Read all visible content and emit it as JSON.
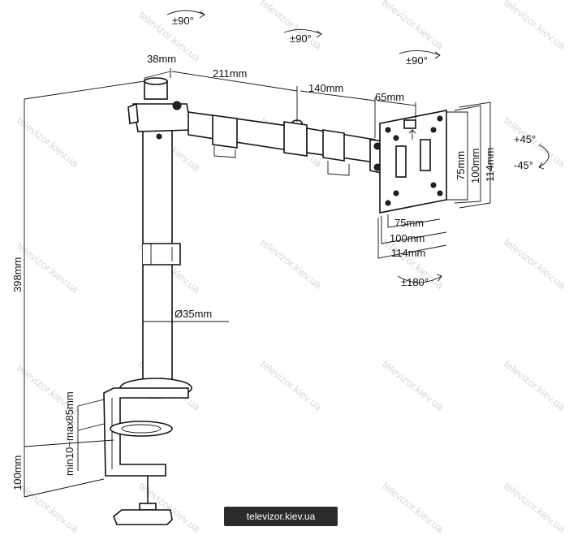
{
  "dimensions": {
    "pole_cap": "38mm",
    "arm_1": "211mm",
    "arm_2": "140mm",
    "arm_3": "65mm",
    "vesa_h_75": "75mm",
    "vesa_h_100": "100mm",
    "vesa_h_114": "114mm",
    "vesa_v_75": "75mm",
    "vesa_v_100": "100mm",
    "vesa_v_114": "114mm",
    "pole_diameter": "Ø35mm",
    "pole_height": "398mm",
    "clamp_height": "100mm",
    "clamp_range": "min10~max85mm"
  },
  "rotations": {
    "pole_swivel": "±90°",
    "arm_swivel": "±90°",
    "head_swivel": "±90°",
    "tilt_up": "+45°",
    "tilt_down": "-45°",
    "rotation": "±180°"
  },
  "watermark": "televizor.kiev.ua",
  "badge": "televizor.kiev.ua"
}
